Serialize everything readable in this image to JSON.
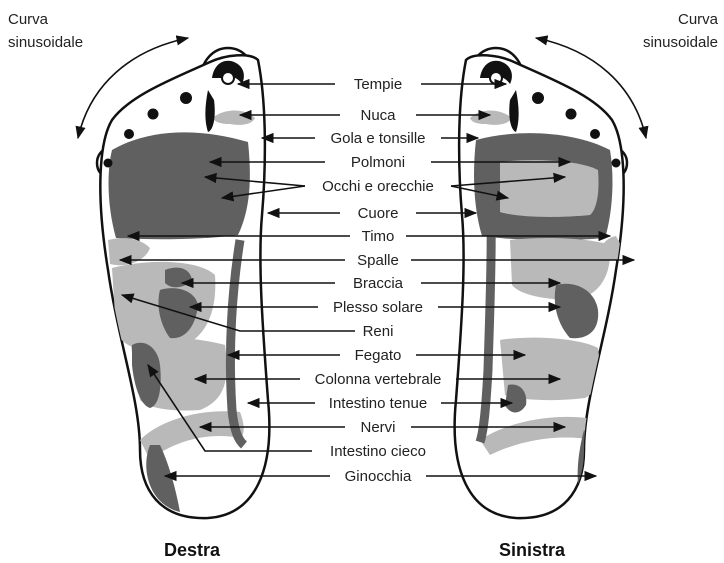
{
  "corner_left": [
    "Curva",
    "sinusoidale"
  ],
  "corner_right": [
    "Curva",
    "sinusoidale"
  ],
  "feet": {
    "left": "Destra",
    "right": "Sinistra"
  },
  "labels": [
    "Tempie",
    "Nuca",
    "Gola e tonsille",
    "Polmoni",
    "Occhi e orecchie",
    "Cuore",
    "Timo",
    "Spalle",
    "Braccia",
    "Plesso solare",
    "Reni",
    "Fegato",
    "Colonna vertebrale",
    "Intestino tenue",
    "Nervi",
    "Intestino cieco",
    "Ginocchia"
  ],
  "colors": {
    "dark": "#606060",
    "light": "#b9b9b9",
    "black": "#111111"
  }
}
